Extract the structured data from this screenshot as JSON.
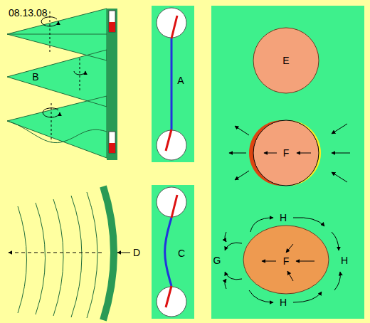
{
  "diagram": {
    "nodes": [
      {
        "text": [
          "A"
        ]
      },
      {
        "text": [
          "C"
        ]
      },
      {
        "text": [
          "E"
        ]
      },
      {
        "text": [
          "F"
        ]
      },
      {
        "text": [
          "F"
        ]
      }
    ],
    "labels": [
      "08.13.08",
      "B",
      "D",
      "G",
      "H",
      "H",
      "H"
    ]
  }
}
